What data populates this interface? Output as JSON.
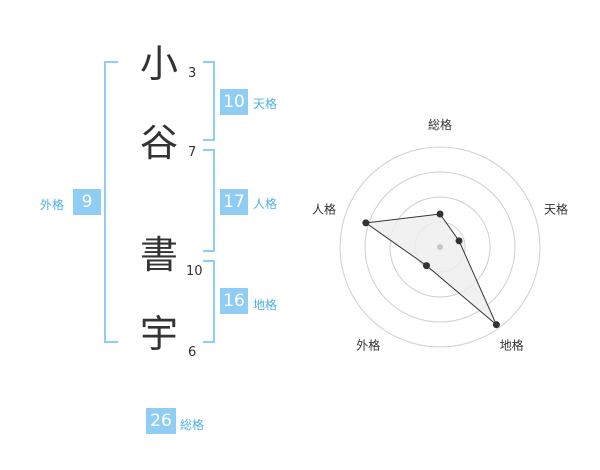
{
  "name": {
    "characters": [
      {
        "char": "小",
        "strokes": "3"
      },
      {
        "char": "谷",
        "strokes": "7"
      },
      {
        "char": "書",
        "strokes": "10"
      },
      {
        "char": "宇",
        "strokes": "6"
      }
    ]
  },
  "fortunes": {
    "tenkaku": {
      "value": "10",
      "label": "天格"
    },
    "jinkaku": {
      "value": "17",
      "label": "人格"
    },
    "chikaku": {
      "value": "16",
      "label": "地格"
    },
    "gaikaku": {
      "value": "9",
      "label": "外格"
    },
    "soukaku": {
      "value": "26",
      "label": "総格"
    }
  },
  "colors": {
    "accent": "#90cdf4",
    "accent_text": "#4fb0e8",
    "grid": "#d0d0d0",
    "polygon_fill": "#eeeeee",
    "polygon_stroke": "#333333"
  },
  "chart_data": {
    "type": "radar",
    "axes": [
      "総格",
      "天格",
      "地格",
      "外格",
      "人格"
    ],
    "values": [
      0.33,
      0.2,
      0.96,
      0.23,
      0.78
    ],
    "range": [
      0,
      1
    ],
    "rings": 4
  }
}
